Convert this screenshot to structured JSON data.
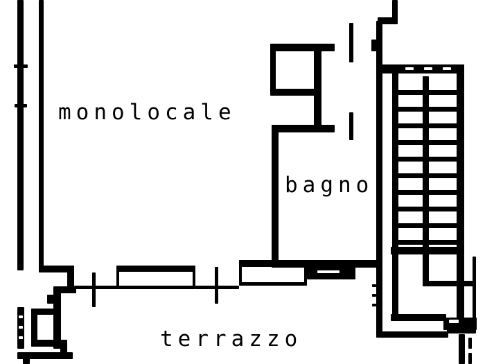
{
  "floorplan": {
    "rooms": [
      {
        "id": "monolocale",
        "label": "monolocale"
      },
      {
        "id": "bagno",
        "label": "bagno"
      },
      {
        "id": "terrazzo",
        "label": "terrazzo"
      }
    ],
    "colors": {
      "line": "#000000",
      "background": "#ffffff"
    },
    "staircase": {
      "tread_count": 10
    }
  }
}
